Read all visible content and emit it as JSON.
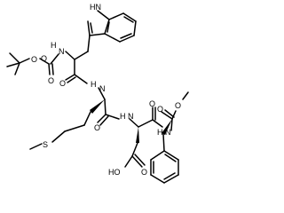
{
  "structure": {
    "atoms": {
      "indole_nh": "HN",
      "boc_o_ether_left": "O",
      "boc_o_ether_right": "O",
      "boc_o_carbonyl": "O",
      "trp_nh": "H",
      "trp_n": "N",
      "trp_o_carbonyl": "O",
      "met_nh": "H",
      "met_n": "N",
      "met_s": "S",
      "met_o_carbonyl": "O",
      "asp_nh": "H",
      "asp_n": "N",
      "asp_o_carbonyl": "O",
      "asp_oh": "HO",
      "asp_o_acid": "O",
      "phe_nh": "H",
      "phe_n": "N",
      "phe_o_ester": "O",
      "phe_o_carbonyl": "O"
    }
  }
}
